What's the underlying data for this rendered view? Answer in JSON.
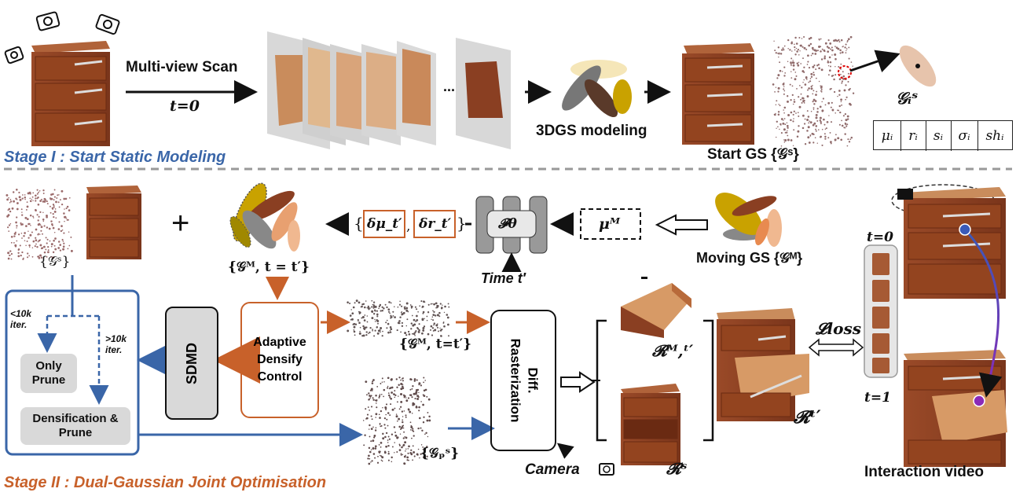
{
  "stage1": {
    "label": "Stage I : Start Static Modeling",
    "scan_label": "Multi-view Scan",
    "time_label": "t=0",
    "ellipsis": "...",
    "modeling_label": "3DGS modeling",
    "start_gs_label": "Start GS {𝒢ˢ}",
    "gaussian_label": "𝒢ᵢˢ",
    "params": [
      "μᵢ",
      "rᵢ",
      "sᵢ",
      "σᵢ",
      "shᵢ"
    ]
  },
  "stage2": {
    "label": "Stage II : Dual-Gaussian Joint Optimisation",
    "plus": "+",
    "gs_static": "{𝒢ˢ}",
    "gm_time": "{𝒢ᴹ, t = t′}",
    "deltas": [
      "δμ_t′",
      "δr_t′"
    ],
    "deltas_brace_open": "{",
    "deltas_comma": ",",
    "deltas_brace_close": "}",
    "network_label": "𝓕θ",
    "time_input": "Time t′",
    "mu_m": "μᴹ",
    "moving_gs": "Moving GS {𝒢ᴹ}",
    "iter_lt": "<10k iter.",
    "iter_gt": ">10k iter.",
    "only_prune": "Only Prune",
    "densify_prune": "Densification & Prune",
    "sdmd": "SDMD",
    "adc": "Adaptive Densify Control",
    "gm_pts": "{𝒢ᴹ, t=t′}",
    "gp_pts": "{𝒢ₚˢ}",
    "rasterization": "Diff. Rasterization",
    "camera": "Camera",
    "r_m": "𝓡ᴹ,ᵗ′",
    "r_s": "𝓡ˢ",
    "r_t": "𝓡ᵗ′",
    "loss": "𝓛loss",
    "t0": "t=0",
    "t1": "t=1",
    "interaction": "Interaction video"
  },
  "colors": {
    "blue": "#3a66a8",
    "orange": "#c8612a",
    "wood": "#8a3f22",
    "gray_box": "#d9d9d9"
  }
}
